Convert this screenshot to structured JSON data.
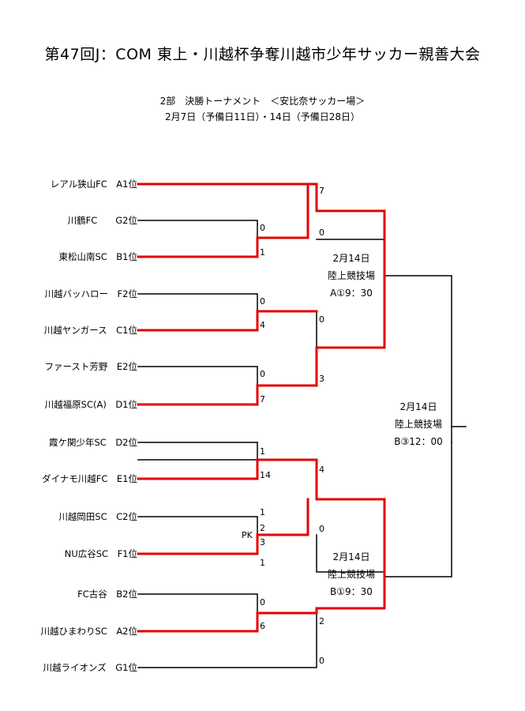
{
  "title": "第47回J：COM 東上・川越杯争奪川越市少年サッカー親善大会",
  "subtitle1": "2部　決勝トーナメント　＜安比奈サッカー場＞",
  "subtitle2": "2月7日（予備日11日）・14日（予備日28日）",
  "teams": [
    "レアル狭山FC　A1位",
    "川鶴FC　　G2位",
    "東松山南SC　B1位",
    "川越バッハロー　F2位",
    "川越ヤンガース　C1位",
    "ファースト芳野　E2位",
    "川越福原SC(A)　D1位",
    "霞ケ関少年SC　D2位",
    "ダイナモ川越FC　E1位",
    "川越岡田SC　C2位",
    "NU広谷SC　F1位",
    "FC古谷　B2位",
    "川越ひまわりSC　A2位",
    "川越ライオンズ　G1位"
  ],
  "scores": {
    "m1_top": "0",
    "m1_bottom": "1",
    "m2_top": "0",
    "m2_bottom": "4",
    "m3_top": "0",
    "m3_bottom": "7",
    "m4_top": "1",
    "m4_bottom": "14",
    "m5_top": "1",
    "m5_top_pk": "2",
    "m5_pk_label": "PK",
    "m5_bottom": "3",
    "m5_bottom_pk": "1",
    "m6_top": "0",
    "m6_bottom": "6",
    "qf1_top": "7",
    "qf1_bottom": "0",
    "qf2_top": "0",
    "qf2_bottom": "3",
    "qf3_top": "4",
    "qf3_bottom": "0",
    "qf4_top": "2",
    "qf4_bottom": "0"
  },
  "venues": {
    "sf_a": {
      "date": "2月14日",
      "place": "陸上競技場",
      "time": "A①9：30"
    },
    "sf_b": {
      "date": "2月14日",
      "place": "陸上競技場",
      "time": "B①9：30"
    },
    "final": {
      "date": "2月14日",
      "place": "陸上競技場",
      "time": "B③12：00"
    }
  },
  "colors": {
    "winner": "#e60000",
    "line": "#000000"
  }
}
